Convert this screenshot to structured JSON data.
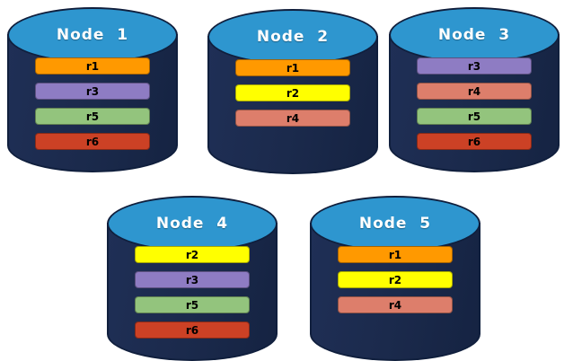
{
  "diagram": {
    "description": "Five database nodes with replicated partitions",
    "background": "#ffffff"
  },
  "palette": {
    "cylinder_body": "#1b2a4c",
    "cylinder_top": "#2e96cf",
    "cylinder_outline": "#101f3d",
    "node_label_color": "#ffffff",
    "bar_text_color": "#000000",
    "replica_colors": {
      "r1": "#ff9900",
      "r2": "#ffff00",
      "r3": "#8e7cc3",
      "r4": "#dd7e6b",
      "r5": "#93c47d",
      "r6": "#cc4125"
    }
  },
  "nodes": [
    {
      "label": "Node  1",
      "replicas": [
        "r1",
        "r3",
        "r5",
        "r6"
      ]
    },
    {
      "label": "Node  2",
      "replicas": [
        "r1",
        "r2",
        "r4"
      ]
    },
    {
      "label": "Node  3",
      "replicas": [
        "r3",
        "r4",
        "r5",
        "r6"
      ]
    },
    {
      "label": "Node  4",
      "replicas": [
        "r2",
        "r3",
        "r5",
        "r6"
      ]
    },
    {
      "label": "Node  5",
      "replicas": [
        "r1",
        "r2",
        "r4"
      ]
    }
  ]
}
